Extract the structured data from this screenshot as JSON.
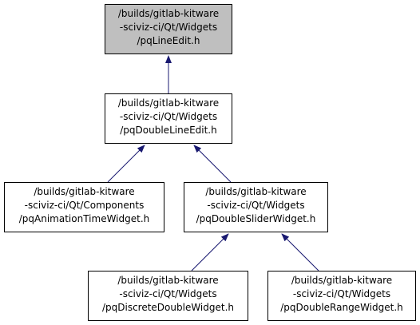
{
  "diagram": {
    "edge_color": "#191970",
    "highlight_fill": "#bfbfbf",
    "nodes": [
      {
        "id": "n0",
        "lines": [
          "/builds/gitlab-kitware",
          "-sciviz-ci/Qt/Widgets",
          "/pqLineEdit.h"
        ],
        "highlight": true
      },
      {
        "id": "n1",
        "lines": [
          "/builds/gitlab-kitware",
          "-sciviz-ci/Qt/Widgets",
          "/pqDoubleLineEdit.h"
        ],
        "highlight": false
      },
      {
        "id": "n2",
        "lines": [
          "/builds/gitlab-kitware",
          "-sciviz-ci/Qt/Components",
          "/pqAnimationTimeWidget.h"
        ],
        "highlight": false
      },
      {
        "id": "n3",
        "lines": [
          "/builds/gitlab-kitware",
          "-sciviz-ci/Qt/Widgets",
          "/pqDoubleSliderWidget.h"
        ],
        "highlight": false
      },
      {
        "id": "n4",
        "lines": [
          "/builds/gitlab-kitware",
          "-sciviz-ci/Qt/Widgets",
          "/pqDiscreteDoubleWidget.h"
        ],
        "highlight": false
      },
      {
        "id": "n5",
        "lines": [
          "/builds/gitlab-kitware",
          "-sciviz-ci/Qt/Widgets",
          "/pqDoubleRangeWidget.h"
        ],
        "highlight": false
      }
    ],
    "edges": [
      {
        "from": "n1",
        "to": "n0"
      },
      {
        "from": "n2",
        "to": "n1"
      },
      {
        "from": "n3",
        "to": "n1"
      },
      {
        "from": "n4",
        "to": "n3"
      },
      {
        "from": "n5",
        "to": "n3"
      }
    ]
  }
}
